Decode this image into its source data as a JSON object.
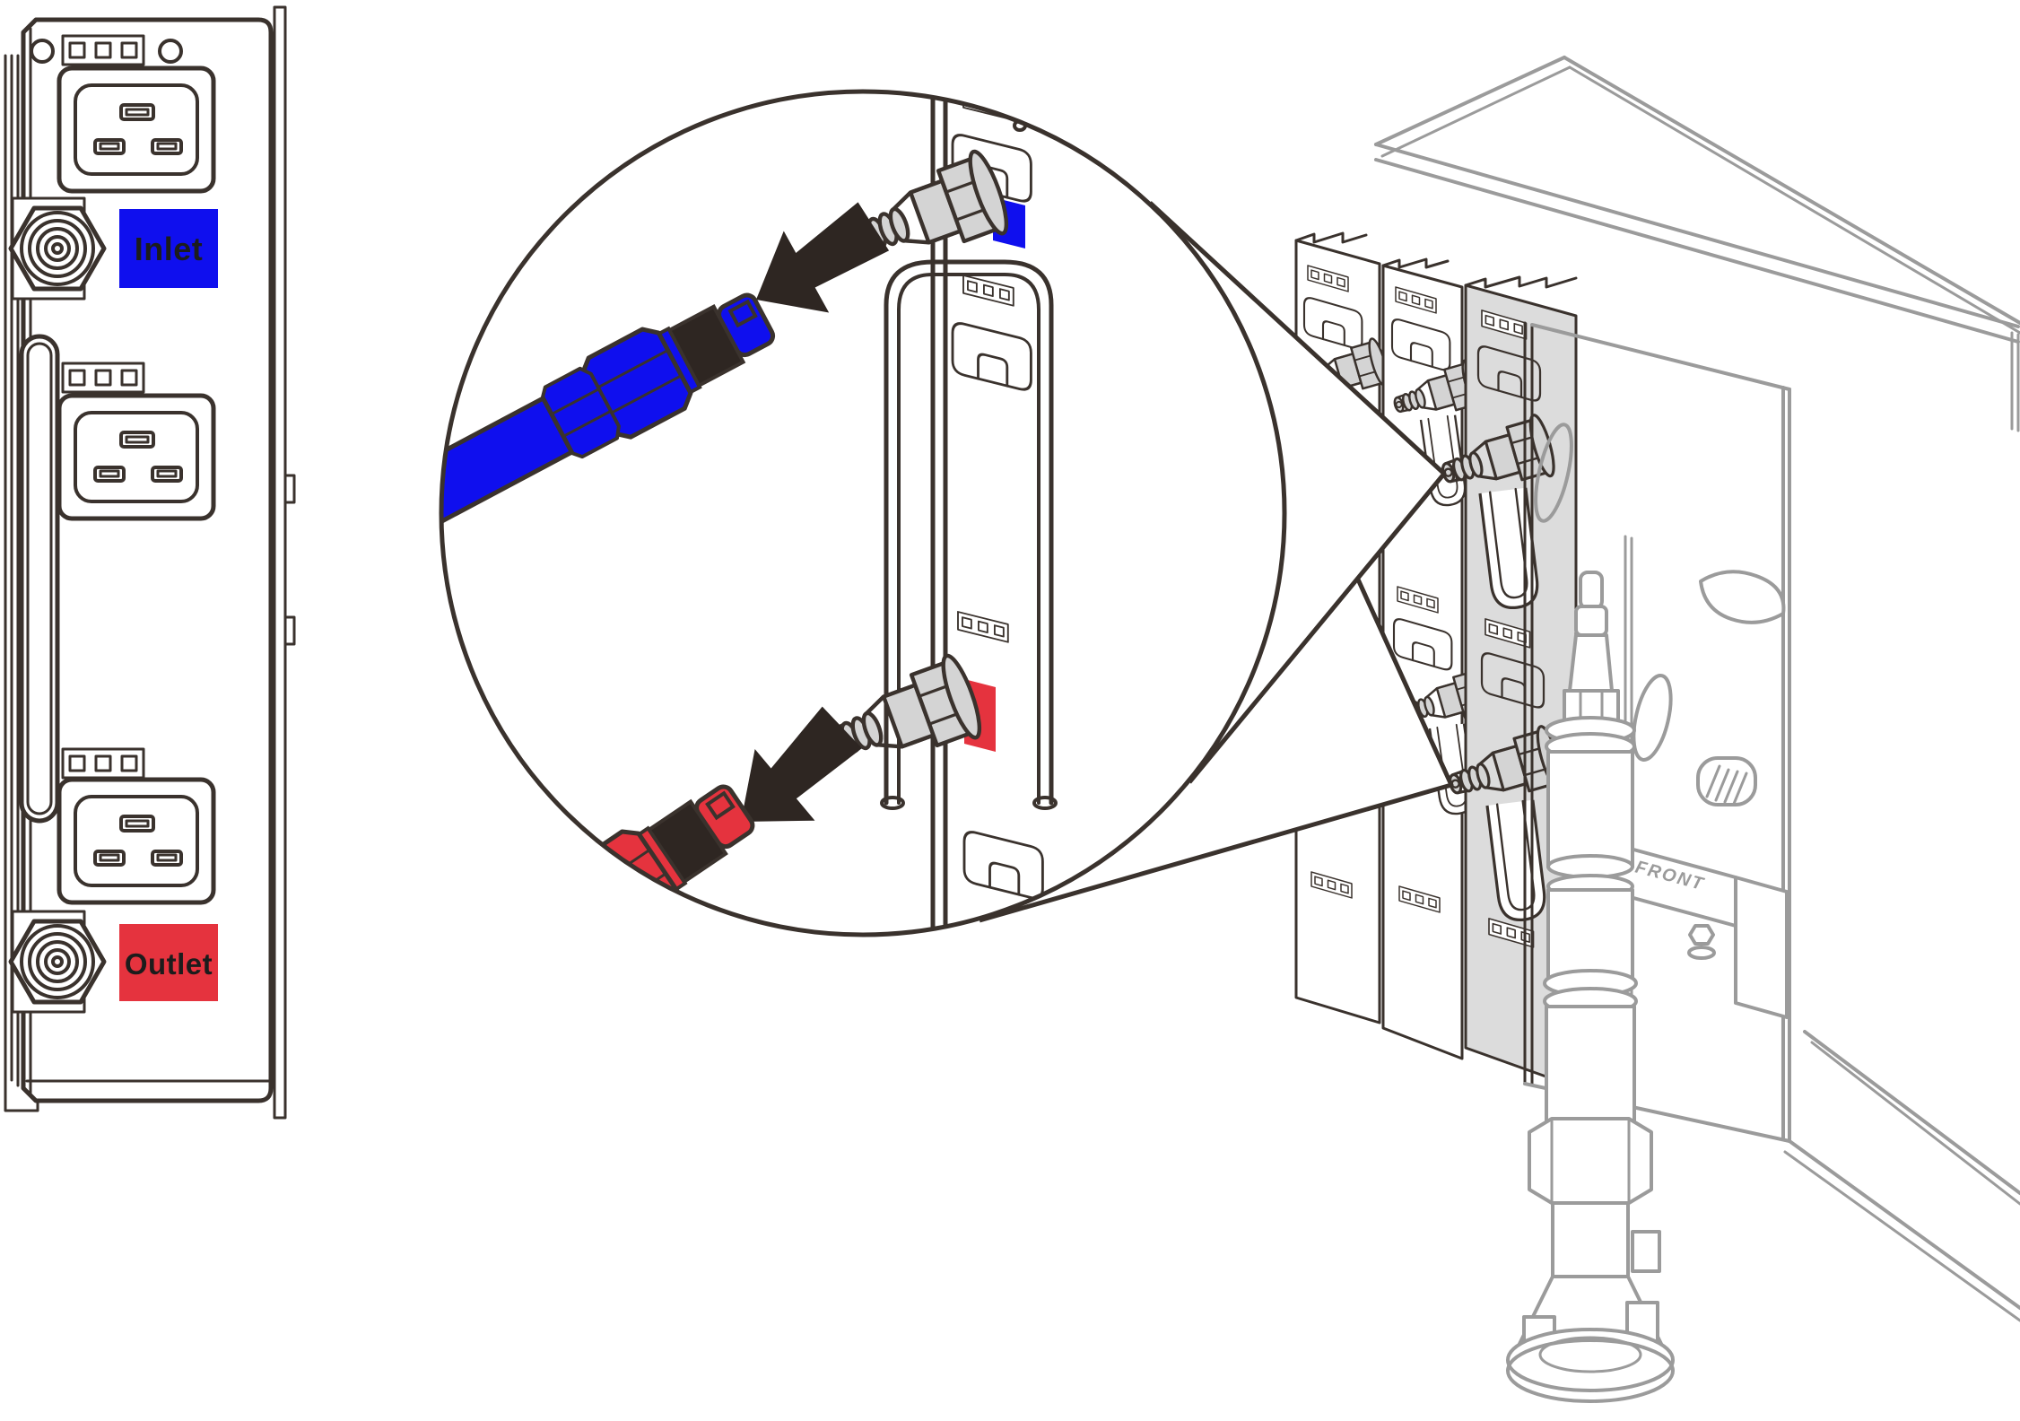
{
  "diagram": {
    "labels": {
      "inlet": "Inlet",
      "outlet": "Outlet",
      "front": "FRONT"
    },
    "colors": {
      "line": "#3a322d",
      "iso_line": "#9b9b9b",
      "blue": "#0f0fee",
      "red": "#e5333e",
      "arrow": "#2e2622",
      "metal": "#d4d4d4",
      "highlight_fill": "#dcdcdc",
      "label_text": "#1c1c1c",
      "background": "#ffffff"
    },
    "left_panel": {
      "power_outlet_count": 3,
      "status_squares_per_strip": 3,
      "coupling_count": 2
    },
    "callout": {
      "shape": "magnifier-circle",
      "disconnect_arrow_count": 2,
      "top_hose": "blue inlet hose",
      "bottom_coupling": "red outlet coupling"
    },
    "isometric": {
      "highlighted_module_count": 1,
      "module_column_count": 3
    }
  }
}
